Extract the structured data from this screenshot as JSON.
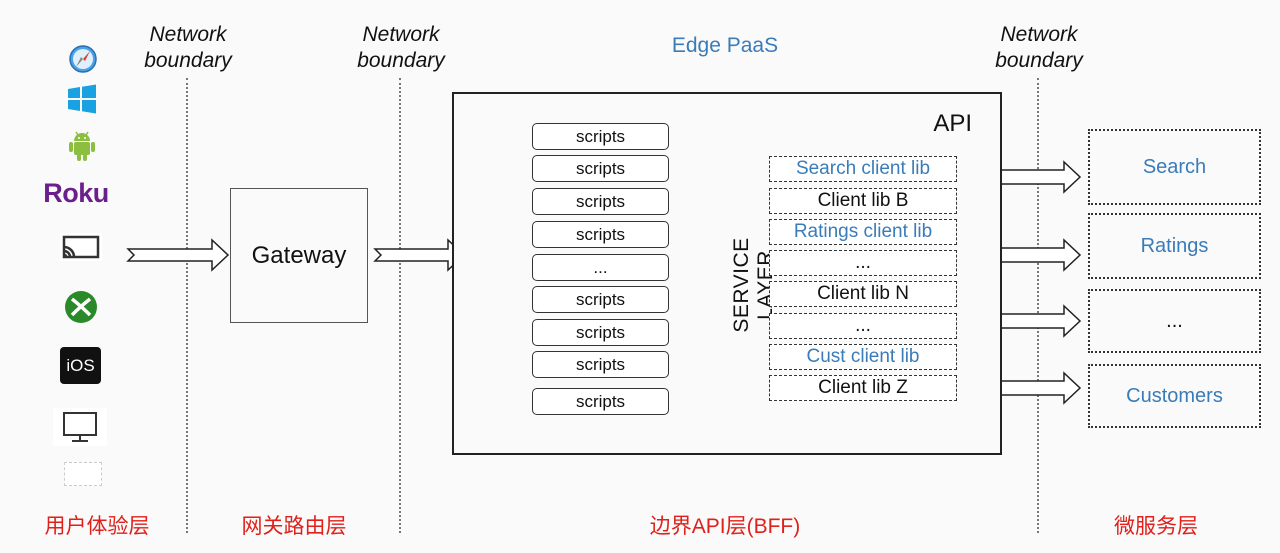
{
  "boundaries": [
    "Network\nboundary",
    "Network\nboundary",
    "Network\nboundary"
  ],
  "boundary_lines": [
    "Network",
    "boundary"
  ],
  "paas_title": "Edge PaaS",
  "gateway": "Gateway",
  "api": {
    "label": "API",
    "service_layer": "SERVICE LAYER",
    "scripts": [
      "scripts",
      "scripts",
      "scripts",
      "scripts",
      "...",
      "scripts",
      "scripts",
      "scripts",
      "scripts"
    ],
    "libs": [
      {
        "label": "Search client lib",
        "highlight": true
      },
      {
        "label": "Client lib B",
        "highlight": false
      },
      {
        "label": "Ratings client lib",
        "highlight": true
      },
      {
        "label": "...",
        "highlight": false
      },
      {
        "label": "Client lib N",
        "highlight": false
      },
      {
        "label": "...",
        "highlight": false
      },
      {
        "label": "Cust client lib",
        "highlight": true
      },
      {
        "label": "Client lib Z",
        "highlight": false
      }
    ]
  },
  "microservices": [
    "Search",
    "Ratings",
    "...",
    "Customers"
  ],
  "clients": [
    "safari-icon",
    "windows-icon",
    "android-icon",
    "roku-logo",
    "cast-icon",
    "xbox-icon",
    "ios-icon",
    "monitor-icon",
    "placeholder-icon"
  ],
  "roku_text": "Roku",
  "ios_text": "iOS",
  "layers": [
    "用户体验层",
    "网关路由层",
    "边界API层(BFF)",
    "微服务层"
  ],
  "colors": {
    "layer_label": "#e0201b",
    "blue_text": "#3a7cb8"
  }
}
